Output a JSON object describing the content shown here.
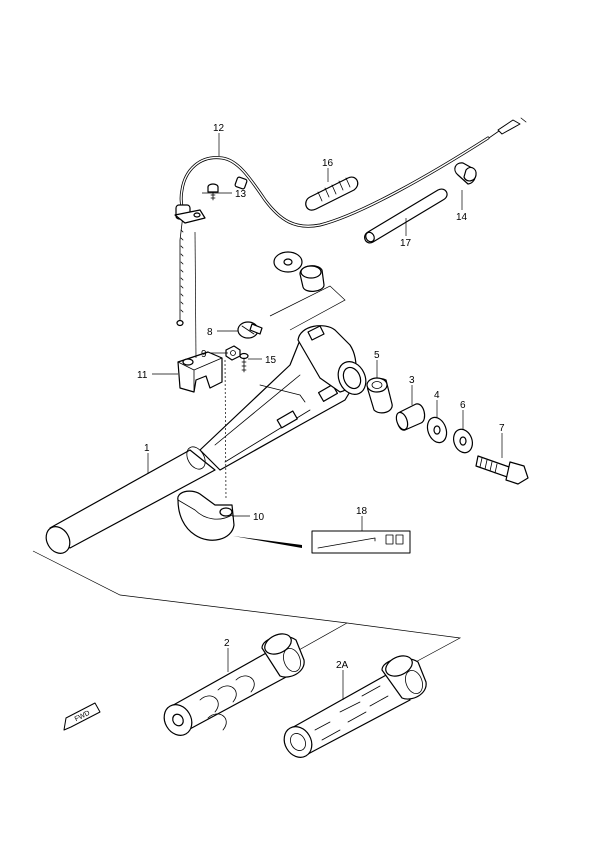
{
  "callouts": {
    "c1": "1",
    "c2": "2",
    "c2a": "2A",
    "c3": "3",
    "c4": "4",
    "c5": "5",
    "c6": "6",
    "c7": "7",
    "c8": "8",
    "c9": "9",
    "c10": "10",
    "c11": "11",
    "c12": "12",
    "c13": "13",
    "c14": "14",
    "c15": "15",
    "c16": "16",
    "c17": "17",
    "c18": "18"
  },
  "fwd_mark": "FWD"
}
